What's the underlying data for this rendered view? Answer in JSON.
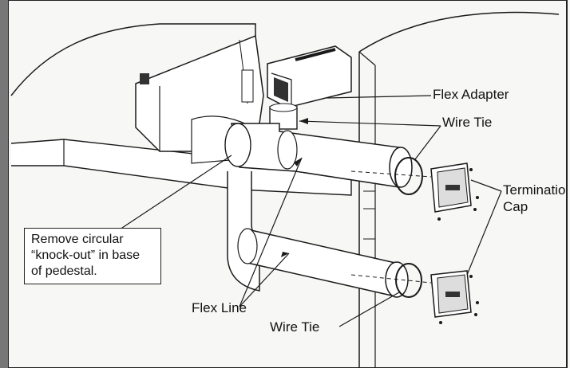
{
  "labels": {
    "flex_adapter": "Flex Adapter",
    "wire_tie_top": "Wire Tie",
    "termination_cap_line1": "Terminatio",
    "termination_cap_line2": "Cap",
    "flex_line": "Flex Line",
    "wire_tie_bottom": "Wire Tie"
  },
  "callout": {
    "lines": [
      "Remove circular",
      "“knock-out” in base",
      "of pedestal."
    ]
  },
  "colors": {
    "line": "#1a1a1a",
    "paper": "#f7f7f5",
    "fill": "#ffffff",
    "shade": "#bdbdbd",
    "dark": "#333333"
  }
}
